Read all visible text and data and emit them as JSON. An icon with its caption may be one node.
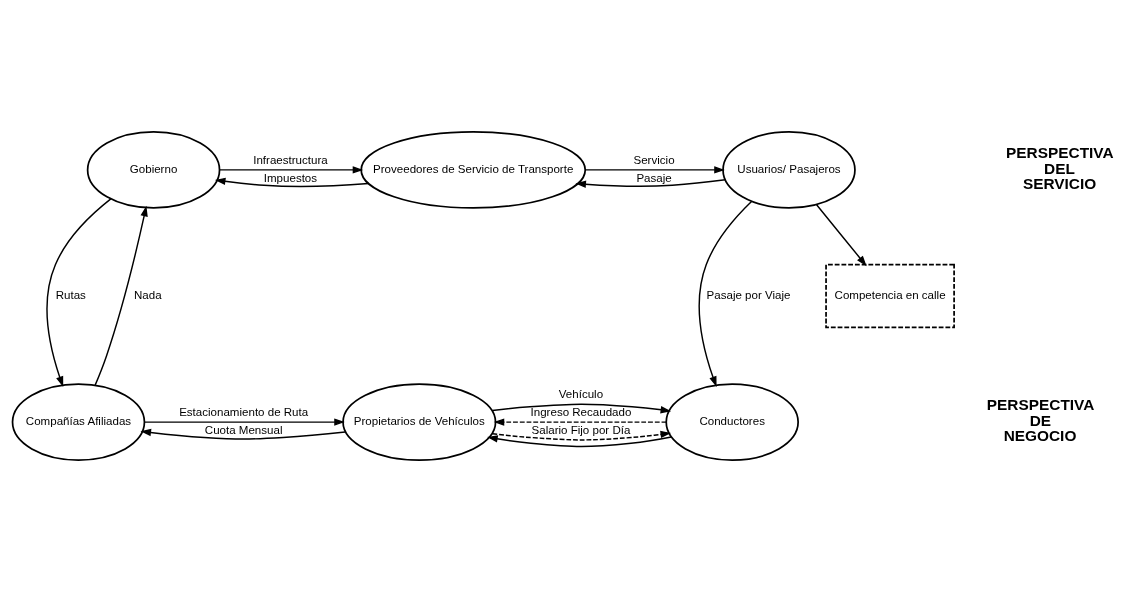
{
  "diagram": {
    "nodes": [
      {
        "text": [
          "Gobierno"
        ]
      },
      {
        "text": [
          "Proveedores de Servicio de Transporte"
        ]
      },
      {
        "text": [
          "Usuarios/ Pasajeros"
        ]
      },
      {
        "text": [
          "Compañías Afiliadas"
        ]
      },
      {
        "text": [
          "Propietarios de Vehículos"
        ]
      },
      {
        "text": [
          "Conductores"
        ]
      },
      {
        "text": [
          "Competencia en calle"
        ]
      }
    ],
    "edges": [
      {
        "from": 0,
        "to": 1,
        "arrow": "to",
        "label": "Infraestructura"
      },
      {
        "from": 1,
        "to": 0,
        "arrow": "to",
        "label": "Impuestos"
      },
      {
        "from": 1,
        "to": 2,
        "arrow": "to",
        "label": "Servicio"
      },
      {
        "from": 2,
        "to": 1,
        "arrow": "to",
        "label": "Pasaje"
      },
      {
        "from": 0,
        "to": 3,
        "arrow": "to",
        "label": "Rutas"
      },
      {
        "from": 3,
        "to": 0,
        "arrow": "to",
        "label": "Nada"
      },
      {
        "from": 2,
        "to": 5,
        "arrow": "to",
        "label": "Pasaje por Viaje"
      },
      {
        "from": 2,
        "to": 6,
        "arrow": "to"
      },
      {
        "from": 3,
        "to": 4,
        "arrow": "to",
        "label": "Estacionamiento de Ruta"
      },
      {
        "from": 4,
        "to": 3,
        "arrow": "to",
        "label": "Cuota Mensual"
      },
      {
        "from": 4,
        "to": 5,
        "arrow": "to",
        "label": "Vehículo"
      },
      {
        "from": 4,
        "to": 5,
        "arrow": "to",
        "style": "dashed",
        "label": "Salario Fijo por Día"
      },
      {
        "from": 5,
        "to": 4,
        "arrow": "to"
      },
      {
        "from": 5,
        "to": 4,
        "arrow": "to",
        "style": "dashed",
        "label": "Ingreso Recaudado"
      }
    ],
    "labels": [
      "PERSPECTIVA DEL SERVICIO",
      "PERSPECTIVA DE NEGOCIO"
    ]
  }
}
